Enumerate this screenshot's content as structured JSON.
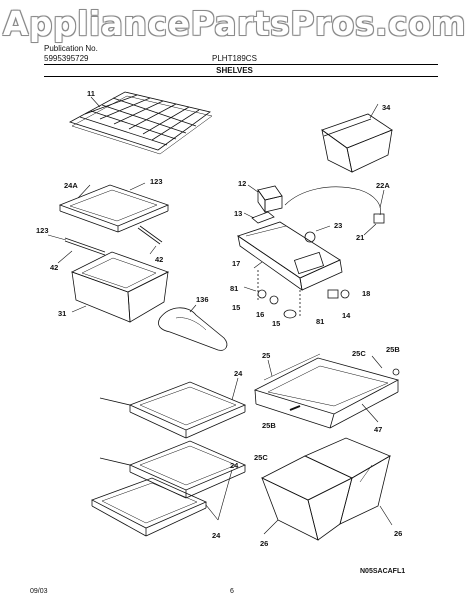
{
  "watermark": "AppliancePartsPros.com",
  "header": {
    "publication_label": "Publication No.",
    "publication_number": "5995395729",
    "model": "PLHT189CS",
    "section": "SHELVES"
  },
  "callouts": {
    "c11": "11",
    "c34": "34",
    "c24A": "24A",
    "c123a": "123",
    "c123b": "123",
    "c42a": "42",
    "c42b": "42",
    "c31": "31",
    "c136": "136",
    "c12": "12",
    "c22A": "22A",
    "c13": "13",
    "c23": "23",
    "c21": "21",
    "c17": "17",
    "c81a": "81",
    "c15a": "15",
    "c16": "16",
    "c15b": "15",
    "c81b": "81",
    "c14": "14",
    "c18": "18",
    "c24a": "24",
    "c24b": "24",
    "c24c": "24",
    "c25a": "25",
    "c25B_a": "25B",
    "c25C_a": "25C",
    "c47": "47",
    "c25B_b": "25B",
    "c25C_b": "25C",
    "c26a": "26",
    "c26b": "26"
  },
  "footer": {
    "date": "09/03",
    "page": "6",
    "diagram_code": "N05SACAFL1"
  }
}
